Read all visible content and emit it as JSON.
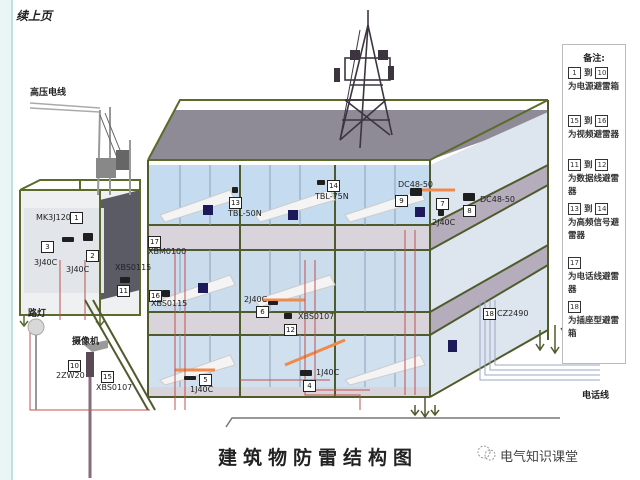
{
  "header": {
    "continued_label": "续上页"
  },
  "diagram": {
    "title": "建筑物防雷结构图",
    "watermark": "电气知识课堂",
    "components": {
      "high_voltage_line": "高压电线",
      "street_lamp": "路灯",
      "camera": "摄像机",
      "telephone_line": "电话线"
    },
    "devices": [
      {
        "id": "1",
        "model": "MK3J120"
      },
      {
        "id": "3",
        "model": "3J40C"
      },
      {
        "id": "2",
        "model": "3J40C"
      },
      {
        "id": "11",
        "model": "XBS0115"
      },
      {
        "id": "10",
        "model": "2ZW20"
      },
      {
        "id": "15",
        "model": "XBS0107"
      },
      {
        "id": "13",
        "model": "TBL-50N"
      },
      {
        "id": "14",
        "model": "TBL-75N"
      },
      {
        "id": "17",
        "model": "XBM0100"
      },
      {
        "id": "9",
        "model": "DC48-50"
      },
      {
        "id": "7",
        "model": "2J40C"
      },
      {
        "id": "8",
        "model": "DC48-50"
      },
      {
        "id": "16",
        "model": "XBS0115"
      },
      {
        "id": "6",
        "model": "2J40C"
      },
      {
        "id": "12",
        "model": "XBS0107"
      },
      {
        "id": "18",
        "model": "CZ2490"
      },
      {
        "id": "5",
        "model": "1J40C"
      },
      {
        "id": "4",
        "model": "1J40C"
      }
    ]
  },
  "legend": {
    "title": "备注:",
    "items": [
      {
        "from": "1",
        "to": "10",
        "text": "为电源避雷箱"
      },
      {
        "from": "15",
        "to": "16",
        "text": "为视频避雷器"
      },
      {
        "from": "11",
        "to": "12",
        "text": "为数据线避雷器"
      },
      {
        "from": "13",
        "to": "14",
        "text": "为高频信号避雷器"
      },
      {
        "from": "17",
        "to": "",
        "text": "为电话线避雷器"
      },
      {
        "from": "18",
        "to": "",
        "text": "为插座型避雷箱"
      }
    ],
    "connector": "到"
  },
  "colors": {
    "frame_green": "#5b6b2a",
    "roof_gray": "#8e8a96",
    "glass_blue": "#b9d4ea",
    "wire_red": "#c0504d",
    "orange_cable": "#f08a4b"
  }
}
